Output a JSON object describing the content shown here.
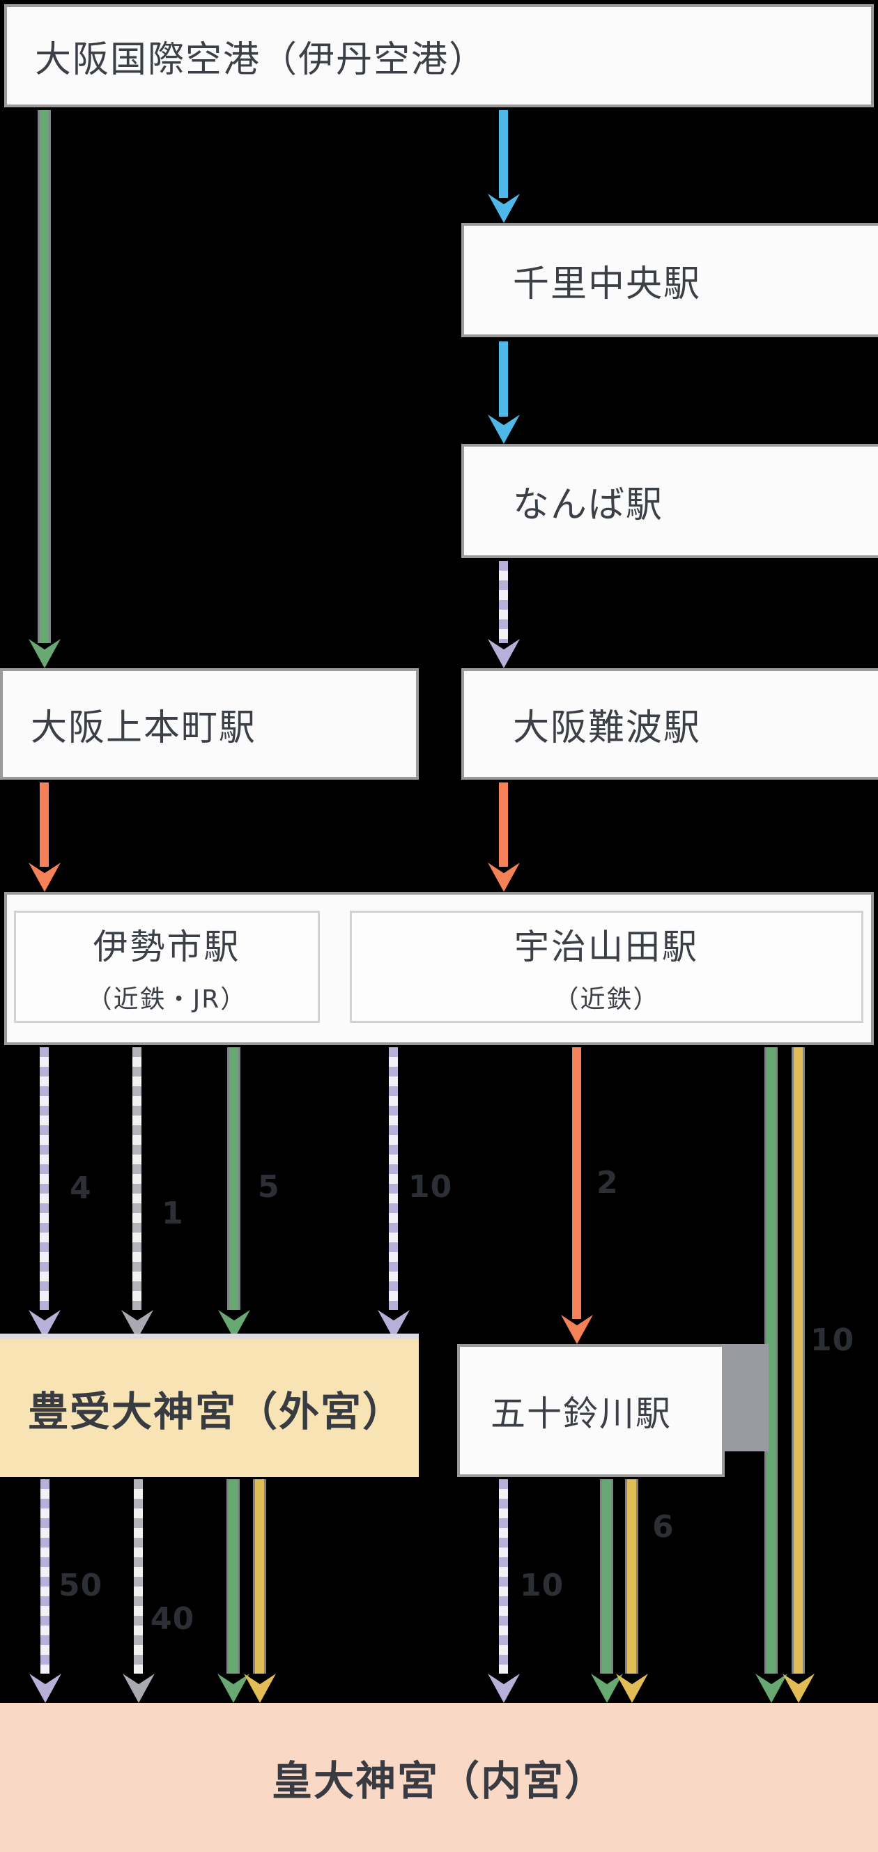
{
  "diagram": {
    "description": "Transit access diagram from Osaka International Airport to Ise Jingu",
    "nodes": {
      "airport": {
        "label": "大阪国際空港（伊丹空港）"
      },
      "senri": {
        "label": "千里中央駅"
      },
      "namba": {
        "label": "なんば駅"
      },
      "uehommachi": {
        "label": "大阪上本町駅"
      },
      "osaka_namba": {
        "label": "大阪難波駅"
      },
      "iseshi": {
        "label": "伊勢市駅",
        "sublabel": "（近鉄・JR）"
      },
      "ujiyamada": {
        "label": "宇治山田駅",
        "sublabel": "（近鉄）"
      },
      "geku": {
        "label": "豊受大神宮（外宮）"
      },
      "isuzugawa": {
        "label": "五十鈴川駅"
      },
      "naiku": {
        "label": "皇大神宮（内宮）"
      }
    },
    "edges": [
      {
        "from": "airport",
        "to": "senri",
        "color": "blue",
        "style": "solid"
      },
      {
        "from": "senri",
        "to": "namba",
        "color": "blue",
        "style": "solid"
      },
      {
        "from": "airport",
        "to": "uehommachi",
        "color": "green",
        "style": "solid"
      },
      {
        "from": "namba",
        "to": "osaka_namba",
        "color": "purple",
        "style": "dashed"
      },
      {
        "from": "uehommachi",
        "to": "iseshi",
        "color": "orange",
        "style": "solid"
      },
      {
        "from": "osaka_namba",
        "to": "ujiyamada",
        "color": "orange",
        "style": "solid"
      },
      {
        "from": "iseshi",
        "to": "geku",
        "color": "purple",
        "style": "dashed",
        "time": "4"
      },
      {
        "from": "iseshi",
        "to": "geku",
        "color": "gray",
        "style": "dashed",
        "time": "1"
      },
      {
        "from": "iseshi",
        "to": "geku",
        "color": "green",
        "style": "solid",
        "time": "5"
      },
      {
        "from": "ujiyamada",
        "to": "geku",
        "color": "purple",
        "style": "dashed",
        "time": "10"
      },
      {
        "from": "ujiyamada",
        "to": "isuzugawa",
        "color": "orange",
        "style": "solid",
        "time": "2"
      },
      {
        "from": "ujiyamada",
        "to": "naiku",
        "color": "green",
        "style": "solid",
        "time": "10"
      },
      {
        "from": "ujiyamada",
        "to": "naiku",
        "color": "yellow",
        "style": "solid"
      },
      {
        "from": "geku",
        "to": "naiku",
        "color": "purple",
        "style": "dashed",
        "time": "50"
      },
      {
        "from": "geku",
        "to": "naiku",
        "color": "gray",
        "style": "dashed",
        "time": "40"
      },
      {
        "from": "geku",
        "to": "naiku",
        "color": "green",
        "style": "solid"
      },
      {
        "from": "geku",
        "to": "naiku",
        "color": "yellow",
        "style": "solid"
      },
      {
        "from": "isuzugawa",
        "to": "naiku",
        "color": "purple",
        "style": "dashed",
        "time": "10"
      },
      {
        "from": "isuzugawa",
        "to": "naiku",
        "color": "green",
        "style": "solid",
        "time": "6"
      },
      {
        "from": "isuzugawa",
        "to": "naiku",
        "color": "yellow",
        "style": "solid"
      }
    ],
    "colors": {
      "background": "#000000",
      "station_fill": "#fbfbfb",
      "station_border": "#9b9b9b",
      "inner_border": "#d2d2d2",
      "station_text": "#3b3f46",
      "time_text": "#2c2f35",
      "blue": "#4fb8e8",
      "green": "#68a973",
      "orange": "#f48158",
      "yellow": "#e2bd57",
      "purple": "#b7b0d8",
      "gray": "#b3b3ba",
      "geku_fill": "#f7e3b4",
      "geku_top_strip": "#dcdbe4",
      "naiku_fill": "#f9d8c6",
      "isuzugawa_side_block": "#9a9aa2"
    }
  }
}
